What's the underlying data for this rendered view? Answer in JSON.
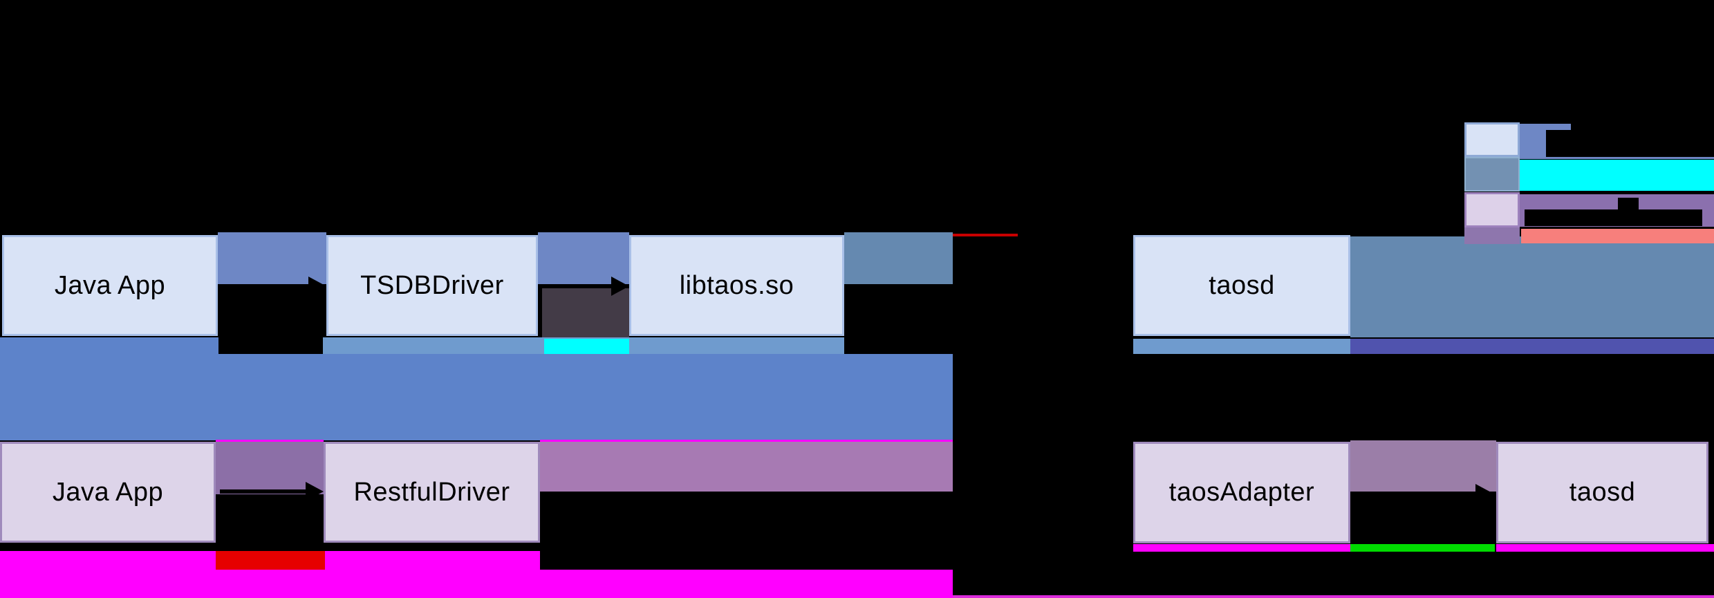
{
  "diagram": {
    "description_visible_text_only": true,
    "rows": [
      {
        "name": "jni-path",
        "boxes": [
          {
            "label": "Java App"
          },
          {
            "label": "TSDBDriver"
          },
          {
            "label": "libtaos.so"
          },
          {
            "label": "taosd"
          }
        ]
      },
      {
        "name": "restful-path",
        "boxes": [
          {
            "label": "Java App"
          },
          {
            "label": "RestfulDriver"
          },
          {
            "label": "taosAdapter"
          },
          {
            "label": "taosd"
          }
        ]
      }
    ],
    "connectors": [
      {
        "from": "Java App",
        "to": "TSDBDriver",
        "row": "jni-path"
      },
      {
        "from": "TSDBDriver",
        "to": "libtaos.so",
        "row": "jni-path"
      },
      {
        "from": "libtaos.so",
        "to": "taosd",
        "row": "jni-path"
      },
      {
        "from": "Java App",
        "to": "RestfulDriver",
        "row": "restful-path"
      },
      {
        "from": "RestfulDriver",
        "to": "taosAdapter",
        "row": "restful-path"
      },
      {
        "from": "taosAdapter",
        "to": "taosd",
        "row": "restful-path"
      }
    ]
  },
  "legend": {
    "note": "legend text labels are rendered in black and not visible against the black background",
    "swatches": [
      {
        "box_fill": "#d9e3f6",
        "box_border": "#8ea9d6",
        "band_color": "#6e87c5"
      },
      {
        "box_fill": "#7391b2",
        "box_border": "#8fb0cf",
        "band_color": "#00ffff"
      },
      {
        "box_fill": "#ddd1e9",
        "box_border": "#9d82bd",
        "band_color": "#8b70ae"
      },
      {
        "box_fill": "#8e76ad",
        "box_border": "#8e76ad",
        "band_color": "#f77f7c"
      }
    ]
  },
  "colors": {
    "background": "#000000",
    "box_blue_fill": "#d9e3f6",
    "box_blue_border": "#a9c0e8",
    "box_purple_fill": "#ddd4e9",
    "box_purple_border": "#9f8abc",
    "gap_band_blue": "#6e87c5",
    "big_band_blue": "#5d83ca",
    "steel_band": "#6589b0",
    "under_strip_blue": "#6f9bce",
    "indigo_strip": "#5053ae",
    "cyan_strip": "#00ffff",
    "dark_patch": "#433b47",
    "purple_gap_left": "#8c6fa7",
    "purple_after_restful": "#a77ab3",
    "purple_gap_right": "#9b7ea8",
    "magenta_band": "#ff00ff",
    "red_strip": "#e60000",
    "red_tick": "#c80000",
    "green_strip": "#00dc00",
    "salmon_band": "#f77f7c",
    "bottom_line": "#da2bda",
    "arrow": "#000000"
  }
}
